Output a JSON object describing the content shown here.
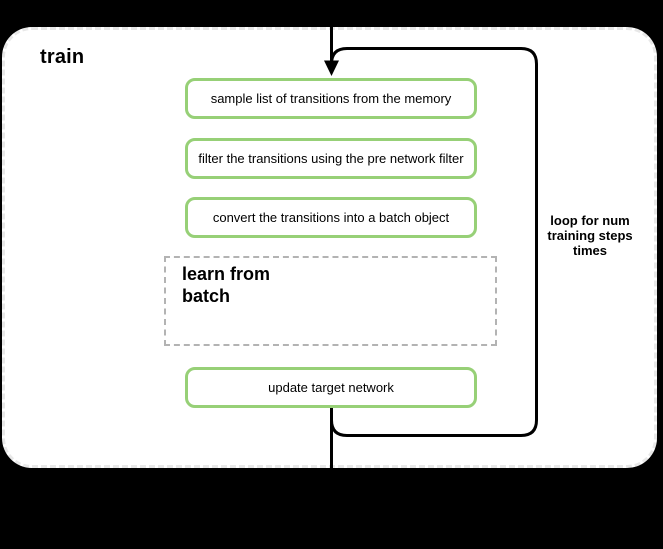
{
  "diagram": {
    "title": "train",
    "steps": [
      "sample list of transitions from the memory",
      "filter the transitions using the pre network filter",
      "convert the transitions into a batch object",
      "update target network"
    ],
    "sub_process": "learn from\nbatch",
    "loop_annotation": "loop for num\ntraining steps\ntimes",
    "colors": {
      "step_border": "#97d077",
      "flow_line": "#000000",
      "sub_process_border": "#b3b3b3",
      "container_border": "#e8e8e8",
      "container_fill": "#ffffff",
      "background": "#000000"
    }
  }
}
